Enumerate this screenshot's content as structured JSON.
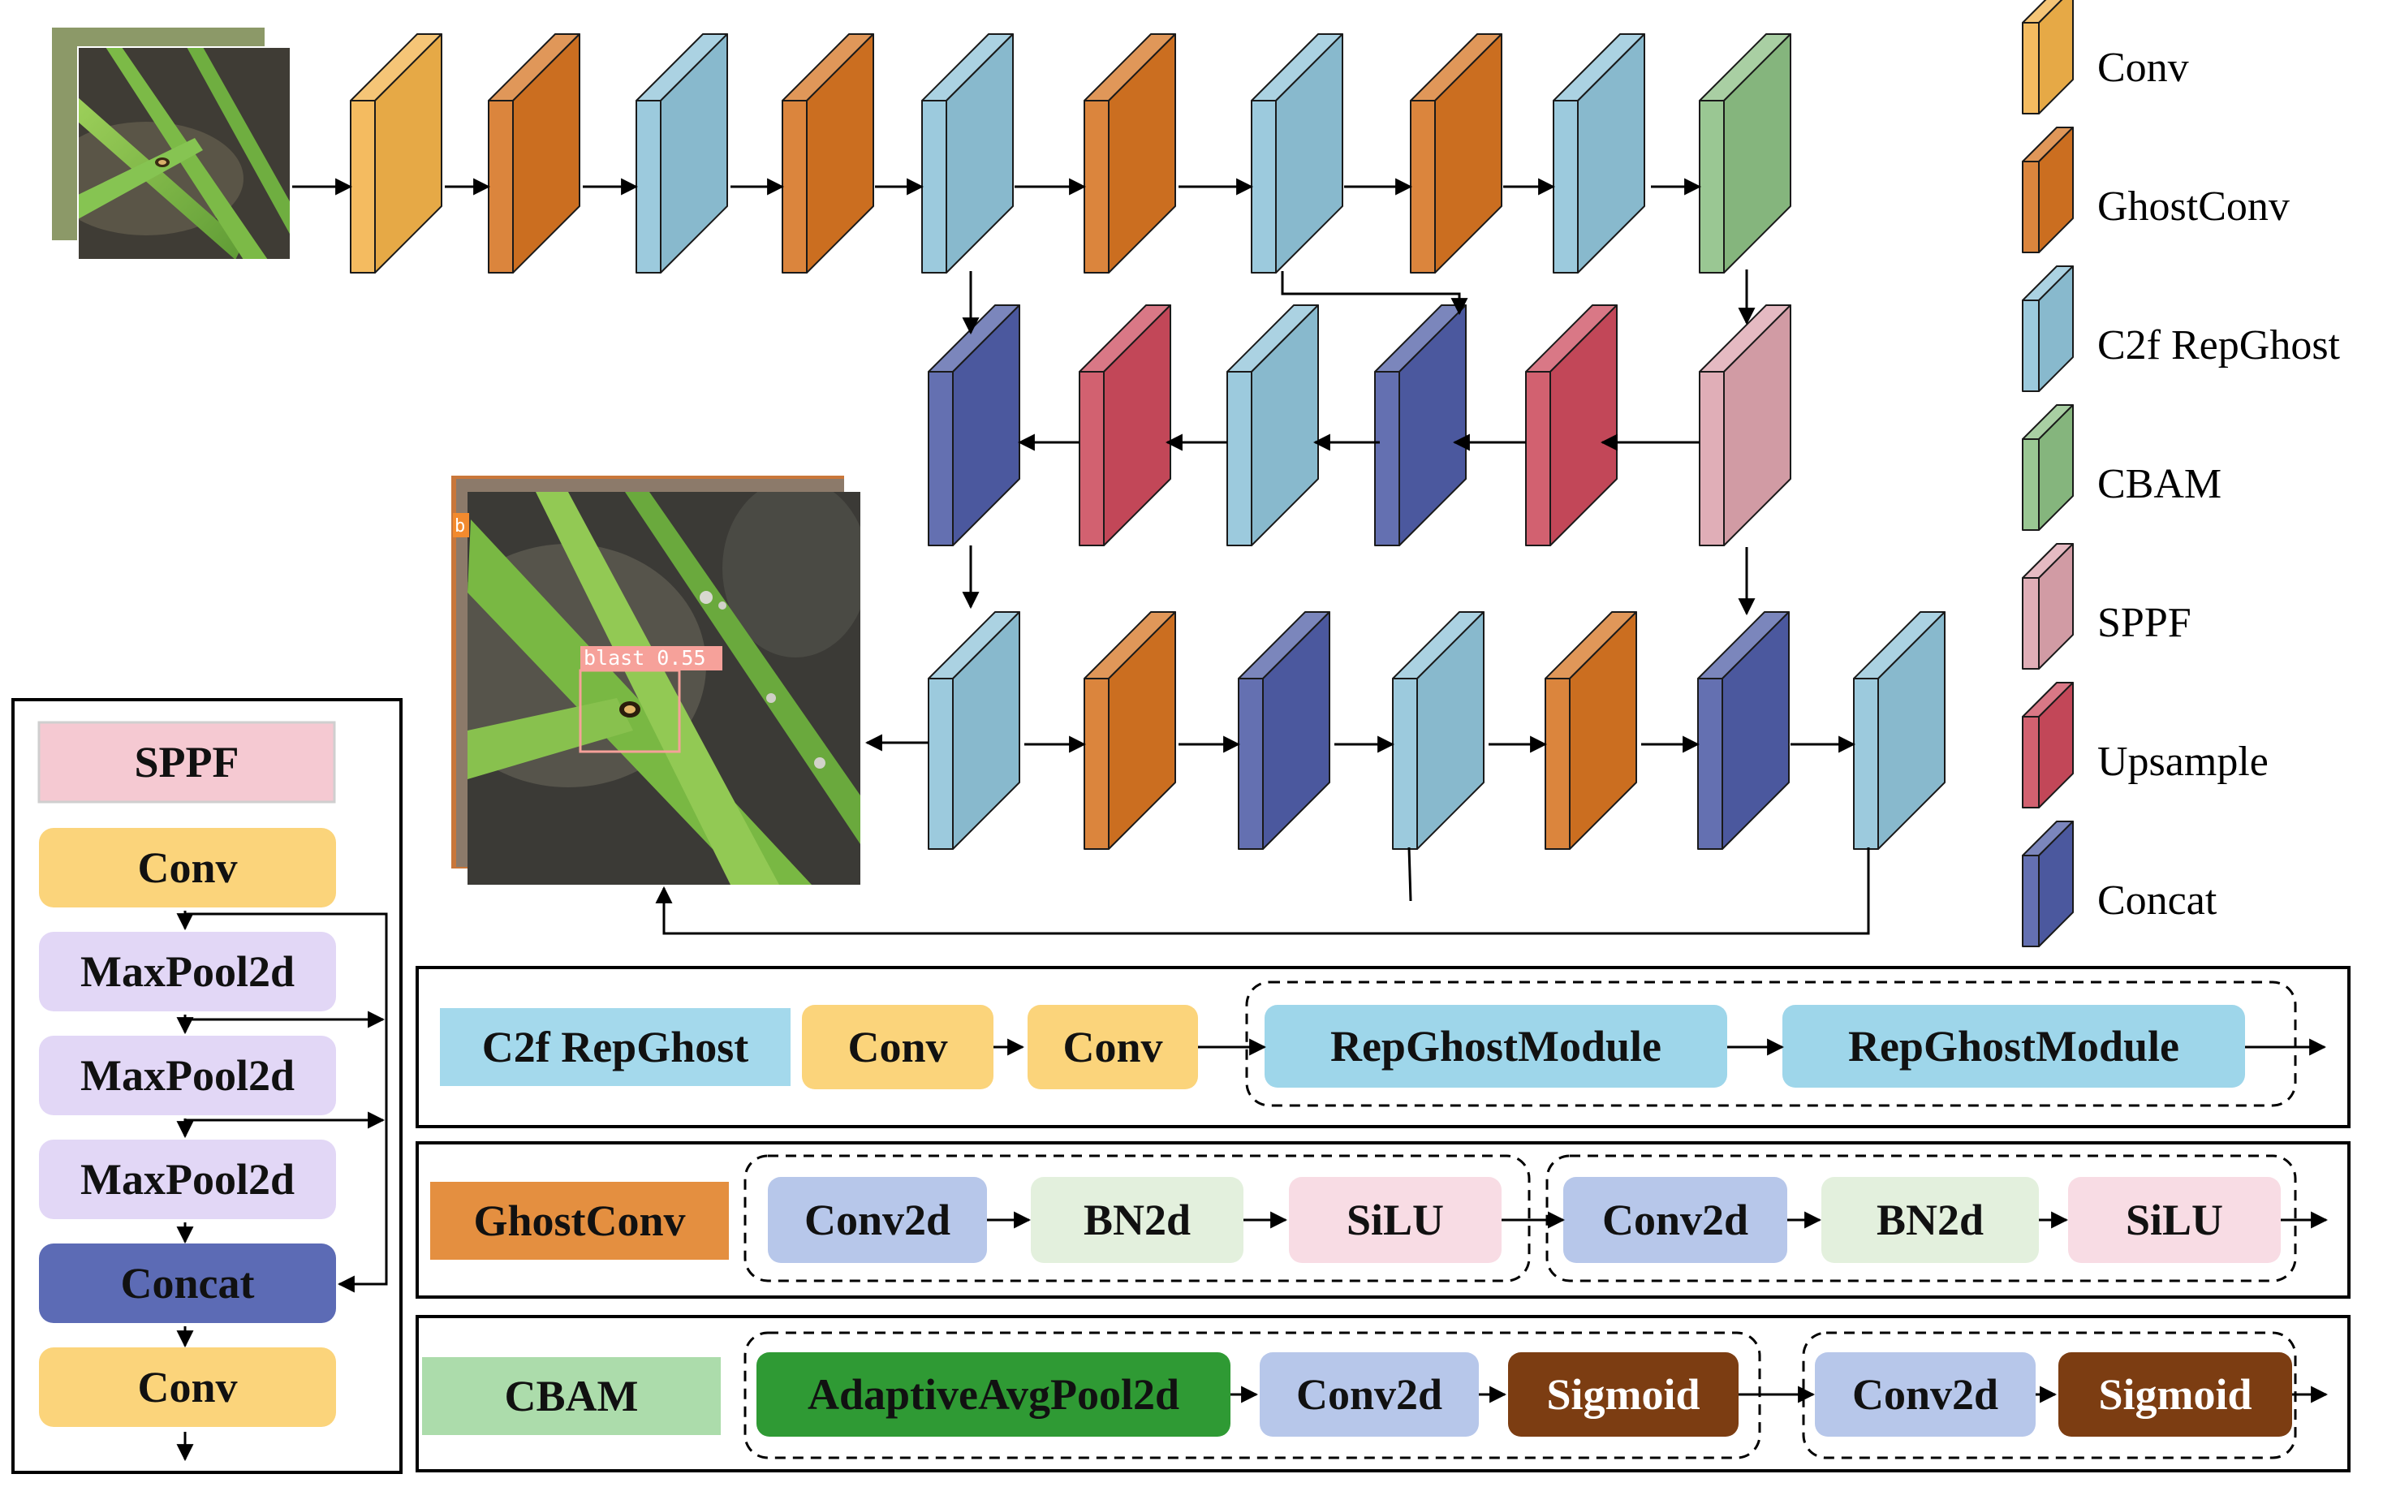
{
  "colors": {
    "conv": "#f2b24a",
    "ghost": "#d67422",
    "c2f": "#8fc3d8",
    "cbam": "#8cbf84",
    "sppf": "#dca3ad",
    "upsample": "#cc4b5d",
    "concat": "#4f5da6",
    "pill_sppf": "#f5c9d2",
    "pill_conv": "#fbd47b",
    "pill_maxpool": "#e2d7f6",
    "pill_concat": "#5c6bb5",
    "pill_c2f": "#a4d9ec",
    "pill_repghost": "#9ed6ea",
    "pill_conv2d": "#b7c7ea",
    "pill_bn2d": "#e3f0dd",
    "pill_silu": "#f8dce4",
    "pill_ghost_label": "#e48f40",
    "pill_cbam_label": "#acdcab",
    "pill_adaptive": "#2f9a34",
    "pill_sigmoid": "#7c3d12"
  },
  "legend": [
    {
      "label": "Conv",
      "type": "conv"
    },
    {
      "label": "GhostConv",
      "type": "ghost"
    },
    {
      "label": "C2f RepGhost",
      "type": "c2f"
    },
    {
      "label": "CBAM",
      "type": "cbam"
    },
    {
      "label": "SPPF",
      "type": "sppf"
    },
    {
      "label": "Upsample",
      "type": "upsample"
    },
    {
      "label": "Concat",
      "type": "concat"
    }
  ],
  "pipeline": {
    "row1": [
      "conv",
      "ghost",
      "c2f",
      "ghost",
      "c2f",
      "ghost",
      "c2f",
      "ghost",
      "c2f",
      "cbam"
    ],
    "row2": [
      "concat",
      "upsample",
      "c2f",
      "concat",
      "upsample",
      "sppf"
    ],
    "row3": [
      "c2f",
      "ghost",
      "concat",
      "c2f",
      "ghost",
      "concat",
      "c2f"
    ]
  },
  "detection": {
    "label": "blast  0.55",
    "partial_label": "b"
  },
  "sppf_module": {
    "title": "SPPF",
    "items": [
      "Conv",
      "MaxPool2d",
      "MaxPool2d",
      "MaxPool2d",
      "Concat",
      "Conv"
    ]
  },
  "c2f_module": {
    "label": "C2f RepGhost",
    "items": [
      "Conv",
      "Conv",
      "RepGhostModule",
      "RepGhostModule"
    ]
  },
  "ghost_module": {
    "label": "GhostConv",
    "items": [
      "Conv2d",
      "BN2d",
      "SiLU",
      "Conv2d",
      "BN2d",
      "SiLU"
    ]
  },
  "cbam_module": {
    "label": "CBAM",
    "items": [
      "AdaptiveAvgPool2d",
      "Conv2d",
      "Sigmoid",
      "Conv2d",
      "Sigmoid"
    ]
  }
}
